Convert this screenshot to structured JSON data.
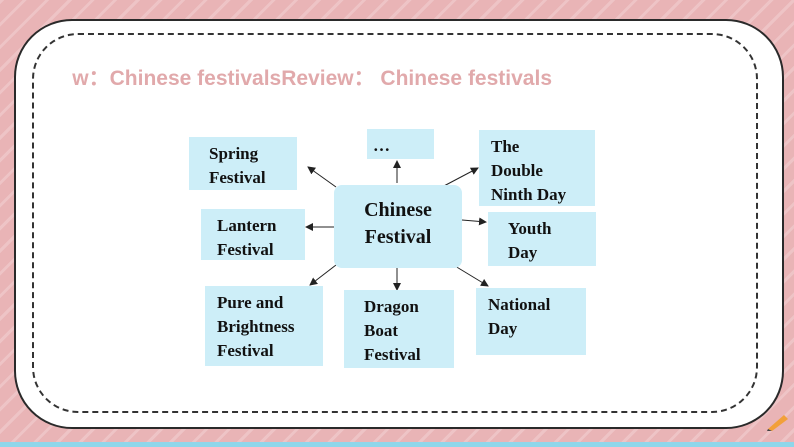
{
  "slide": {
    "title": "w：Chinese festivalsReview：  Chinese festivals"
  },
  "diagram": {
    "center": "Chinese\nFestival",
    "nodes": {
      "ellipsis": "…",
      "spring": "Spring\nFestival",
      "lantern": "Lantern\nFestival",
      "pure": "Pure and\nBrightness\nFestival",
      "dragon": "Dragon\nBoat\nFestival",
      "national": "National\nDay",
      "youth": "Youth\nDay",
      "double": "The\nDouble\nNinth Day"
    }
  },
  "colors": {
    "background": "#e9b4b6",
    "title": "#e1a9ab",
    "node_fill": "#cdeef8",
    "bottom_strip": "#8fd6ea"
  },
  "icons": [
    "pencil-icon"
  ]
}
